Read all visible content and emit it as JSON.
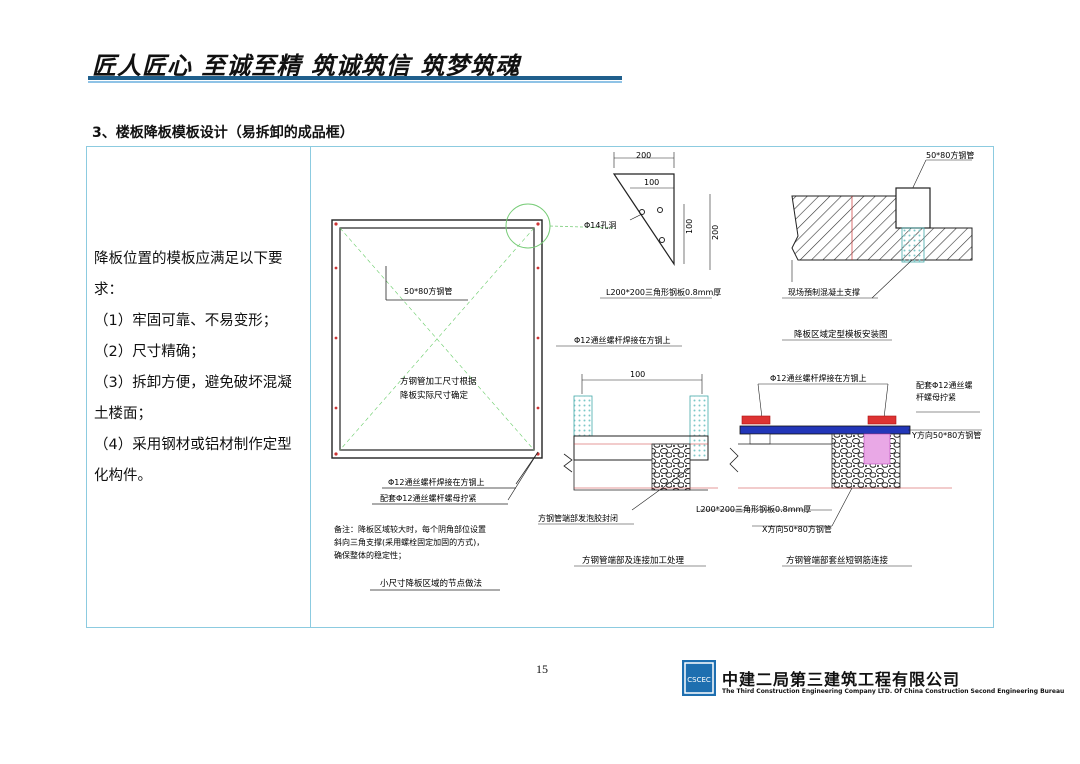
{
  "header": {
    "slogan": "匠人匠心 至诚至精 筑诚筑信 筑梦筑魂"
  },
  "section": {
    "title": "3、楼板降板模板设计（易拆卸的成品框）"
  },
  "requirements": {
    "lines": [
      "降板位置的模板应满足以下要求：",
      "（1）牢固可靠、不易变形；",
      "（2）尺寸精确；",
      "（3）拆卸方便，避免破坏混凝土楼面；",
      "（4）采用钢材或铝材制作定型化构件。"
    ]
  },
  "drawing": {
    "frame_tube_label": "50*80方钢管",
    "frame_center_line1": "方钢管加工尺寸根据",
    "frame_center_line2": "降板实际尺寸确定",
    "weld_label": "Φ12通丝螺杆焊接在方钢上",
    "nut_label": "配套Φ12通丝螺杆螺母拧紧",
    "note_line1": "备注：降板区域较大时，每个阴角部位设置",
    "note_line2": "斜向三角支撑(采用螺栓固定加固的方式)，",
    "note_line3": "确保整体的稳定性；",
    "small_caption": "小尺寸降板区域的节点做法",
    "plate_dim_200": "200",
    "plate_dim_100": "100",
    "plate_dim_v100": "100",
    "plate_dim_v200": "200",
    "plate_hole": "Φ14孔洞",
    "plate_caption": "L200*200三角形钢板0.8mm厚",
    "install_tube": "50*80方钢管",
    "install_support": "现场預制混凝土支撑",
    "install_caption": "降板区域定型模板安装图",
    "end_weld": "Φ12通丝螺杆焊接在方钢上",
    "end_dim": "100",
    "end_seal": "方钢管端部发泡胶封闭",
    "end_caption": "方钢管端部及连接加工处理",
    "conn_weld": "Φ12通丝螺杆焊接在方钢上",
    "conn_nut1": "配套Φ12通丝螺",
    "conn_nut2": "杆螺母拧紧",
    "conn_ytube": "Y方向50*80方钢管",
    "conn_plate": "L200*200三角形钢板0.8mm厚",
    "conn_xtube": "X方向50*80方钢管",
    "conn_caption": "方钢管端部套丝短钢筋连接"
  },
  "footer": {
    "page_number": "15",
    "company": "中建二局第三建筑工程有限公司",
    "company_en": "The Third Construction Engineering Company LTD. Of China Construction Second Engineering Bureau",
    "logo_text": "CSCEC"
  }
}
